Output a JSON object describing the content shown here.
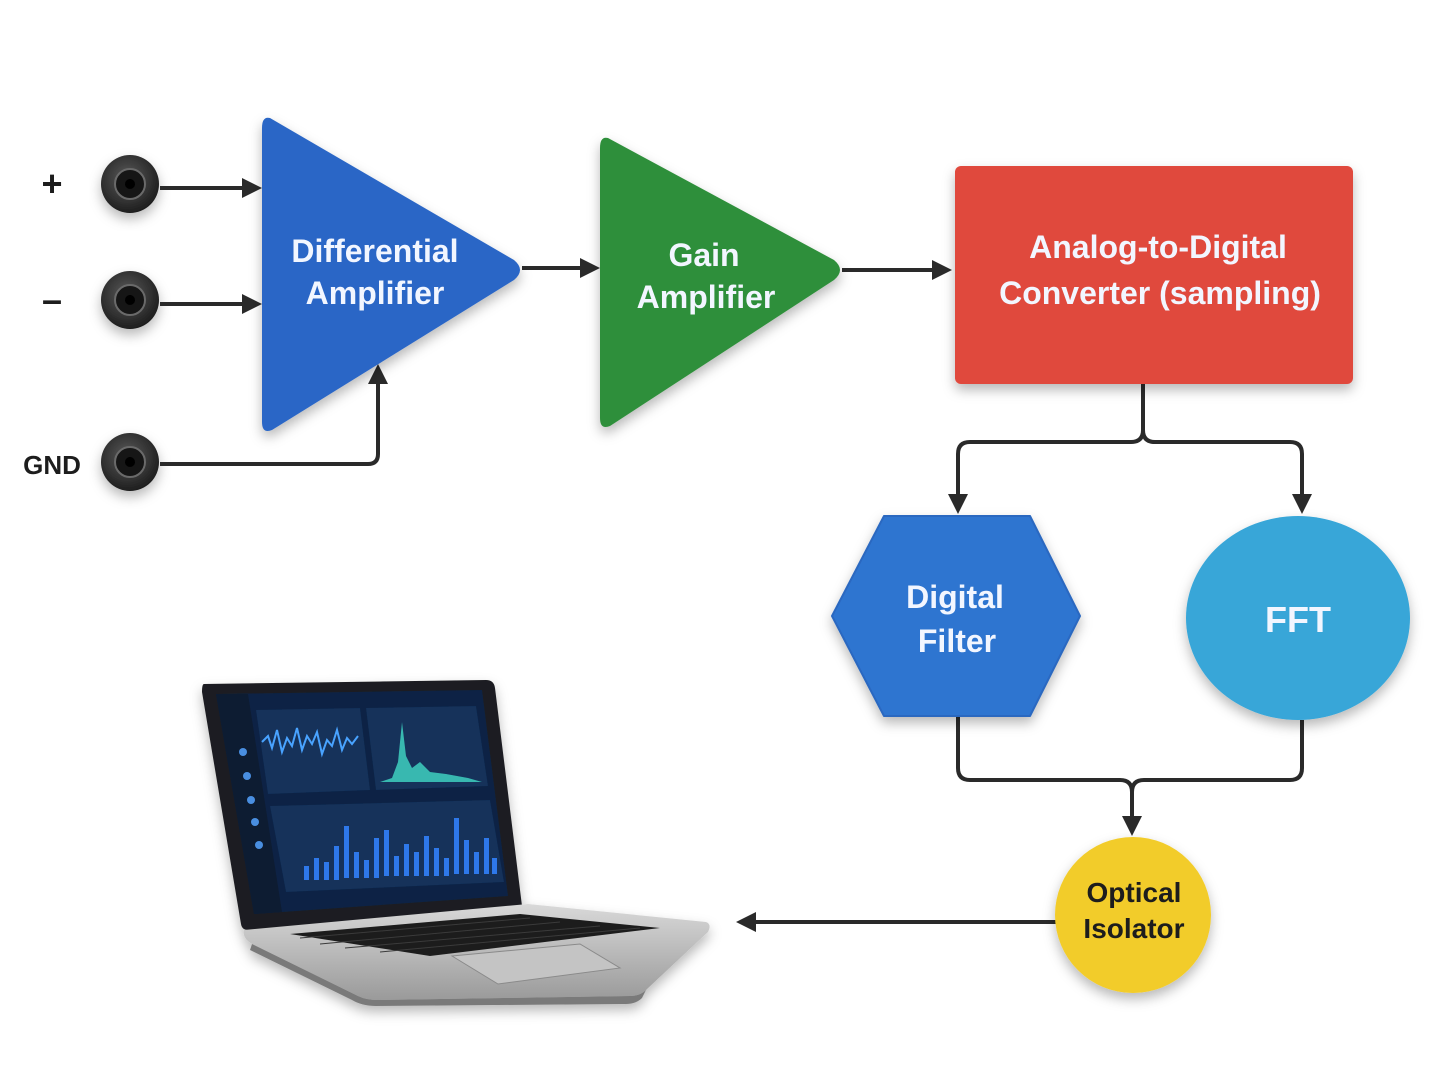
{
  "inputs": {
    "plus": "+",
    "minus": "–",
    "ground": "GND"
  },
  "blocks": {
    "diff_amp": {
      "line1": "Differential",
      "line2": "Amplifier",
      "color": "#2a66c6"
    },
    "gain_amp": {
      "line1": "Gain",
      "line2": "Amplifier",
      "color": "#2f8f3a"
    },
    "adc": {
      "line1": "Analog-to-Digital",
      "line2": "Converter (sampling)",
      "color": "#e0483d"
    },
    "digital_filter": {
      "line1": "Digital",
      "line2": "Filter",
      "color": "#2f74d0"
    },
    "fft": {
      "line1": "FFT",
      "color": "#37a6d8"
    },
    "optical_isolator": {
      "line1": "Optical",
      "line2": "Isolator",
      "color": "#f2cc2c"
    }
  },
  "colors": {
    "wire": "#2a2a2a",
    "connector": "#2b2b2b",
    "label_light": "#f2f6ff",
    "label_dark": "#1d1d1d"
  },
  "laptop": {
    "screen_theme": "dark-blue dashboard",
    "icon": "laptop-icon"
  }
}
